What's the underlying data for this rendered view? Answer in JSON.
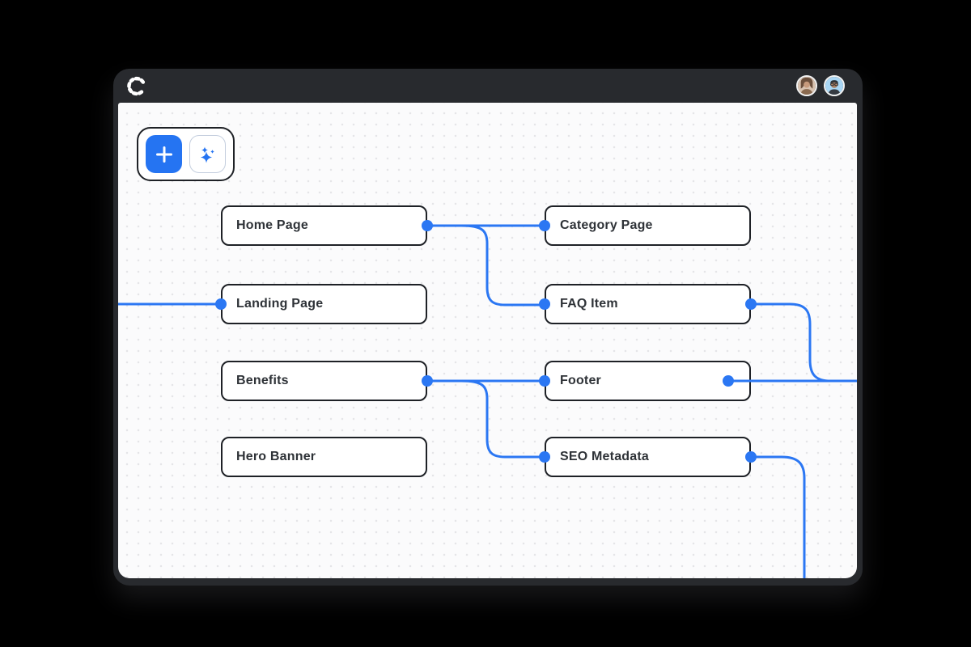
{
  "brand": {
    "logo_letter": "C"
  },
  "header": {
    "avatars": [
      {
        "alt": "teammate avatar 1"
      },
      {
        "alt": "teammate avatar 2"
      }
    ]
  },
  "toolbar": {
    "add_button": "+",
    "ai_button": "AI sparkles"
  },
  "canvas": {
    "nodes": [
      {
        "id": "home-page",
        "label": "Home Page"
      },
      {
        "id": "category-page",
        "label": "Category Page"
      },
      {
        "id": "landing-page",
        "label": "Landing Page"
      },
      {
        "id": "faq-item",
        "label": "FAQ Item"
      },
      {
        "id": "benefits",
        "label": "Benefits"
      },
      {
        "id": "footer",
        "label": "Footer"
      },
      {
        "id": "hero-banner",
        "label": "Hero Banner"
      },
      {
        "id": "seo-metadata",
        "label": "SEO Metadata"
      }
    ],
    "edges": [
      {
        "from": "home-page",
        "to": "category-page"
      },
      {
        "from": "home-page",
        "to": "faq-item"
      },
      {
        "from": "offscreen-left",
        "to": "landing-page"
      },
      {
        "from": "benefits",
        "to": "footer"
      },
      {
        "from": "benefits",
        "to": "seo-metadata"
      },
      {
        "from": "faq-item",
        "to": "offscreen-right"
      },
      {
        "from": "footer",
        "to": "offscreen-right"
      },
      {
        "from": "seo-metadata",
        "to": "offscreen-bottom"
      }
    ]
  },
  "colors": {
    "accent_blue": "#2b77f3",
    "button_blue": "#2574f2",
    "frame_dark": "#282a2e",
    "node_border": "#1e2126",
    "canvas_bg": "#fbfbfc"
  }
}
